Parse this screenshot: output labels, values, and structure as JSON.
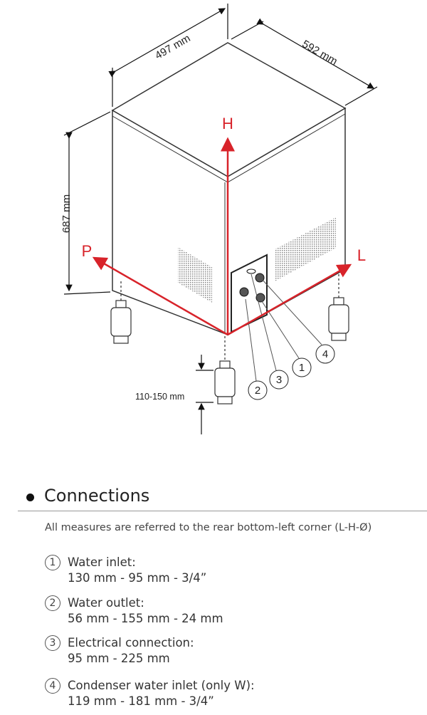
{
  "diagram": {
    "width_label": "497 mm",
    "depth_label": "592 mm",
    "height_label": "687 mm",
    "feet_label": "110-150 mm",
    "axes": {
      "h": "H",
      "p": "P",
      "l": "L"
    },
    "callouts": [
      "1",
      "2",
      "3",
      "4"
    ],
    "accent_color": "#d8232a"
  },
  "section": {
    "title": "Connections",
    "subtitle": "All measures are referred to the rear bottom-left corner (L-H-Ø)",
    "items": [
      {
        "num": "1",
        "label": "Water inlet:",
        "value": "130 mm  - 95 mm  - 3/4”"
      },
      {
        "num": "2",
        "label": "Water outlet:",
        "value": "56 mm - 155 mm - 24 mm"
      },
      {
        "num": "3",
        "label": "Electrical connection:",
        "value": "95 mm - 225 mm"
      },
      {
        "num": "4",
        "label": "Condenser water inlet (only W):",
        "value": "119 mm - 181 mm - 3/4”"
      }
    ]
  }
}
